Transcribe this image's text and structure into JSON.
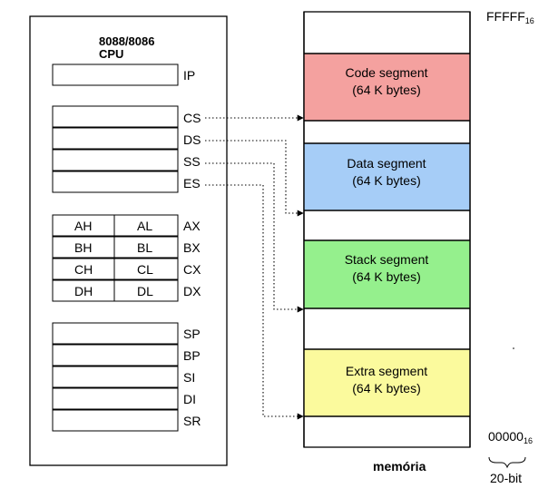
{
  "cpu": {
    "title_line1": "8088/8086",
    "title_line2": "CPU",
    "ip": "IP",
    "segment_registers": [
      "CS",
      "DS",
      "SS",
      "ES"
    ],
    "general_registers": [
      {
        "high": "AH",
        "low": "AL",
        "name": "AX"
      },
      {
        "high": "BH",
        "low": "BL",
        "name": "BX"
      },
      {
        "high": "CH",
        "low": "CL",
        "name": "CX"
      },
      {
        "high": "DH",
        "low": "DL",
        "name": "DX"
      }
    ],
    "pointer_registers": [
      "SP",
      "BP",
      "SI",
      "DI",
      "SR"
    ]
  },
  "memory": {
    "top_address": "FFFFF",
    "top_address_sub": "16",
    "bottom_address": "00000",
    "bottom_address_sub": "16",
    "label": "memória",
    "width_label": "20-bit",
    "segments": [
      {
        "name": "Code segment",
        "size": "(64 K bytes)",
        "color": "#f4a19f"
      },
      {
        "name": "Data segment",
        "size": "(64 K bytes)",
        "color": "#a6cdf7"
      },
      {
        "name": "Stack segment",
        "size": "(64 K bytes)",
        "color": "#95f08d"
      },
      {
        "name": "Extra segment",
        "size": "(64 K bytes)",
        "color": "#fbfa9d"
      }
    ]
  }
}
